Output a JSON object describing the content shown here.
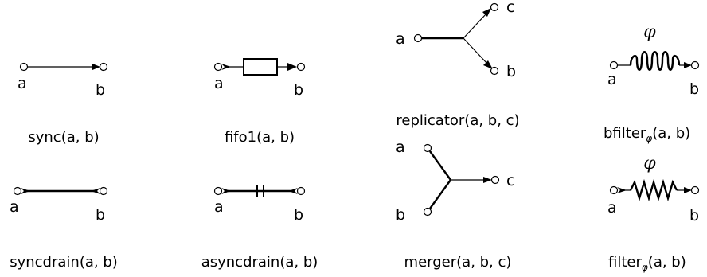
{
  "diagrams": {
    "sync": {
      "caption": "sync(a, b)",
      "port_a": "a",
      "port_b": "b"
    },
    "fifo1": {
      "caption": "fifo1(a, b)",
      "port_a": "a",
      "port_b": "b"
    },
    "replicator": {
      "caption": "replicator(a, b, c)",
      "port_a": "a",
      "port_b": "b",
      "port_c": "c"
    },
    "bfilter": {
      "caption_main": "bfilter",
      "caption_sub": "φ",
      "caption_args": "(a, b)",
      "param": "φ",
      "port_a": "a",
      "port_b": "b"
    },
    "syncdrain": {
      "caption": "syncdrain(a, b)",
      "port_a": "a",
      "port_b": "b"
    },
    "asyncdrain": {
      "caption": "asyncdrain(a, b)",
      "port_a": "a",
      "port_b": "b"
    },
    "merger": {
      "caption": "merger(a, b, c)",
      "port_a": "a",
      "port_b": "b",
      "port_c": "c"
    },
    "filter": {
      "caption_main": "filter",
      "caption_sub": "φ",
      "caption_args": "(a, b)",
      "param": "φ",
      "port_a": "a",
      "port_b": "b"
    }
  }
}
